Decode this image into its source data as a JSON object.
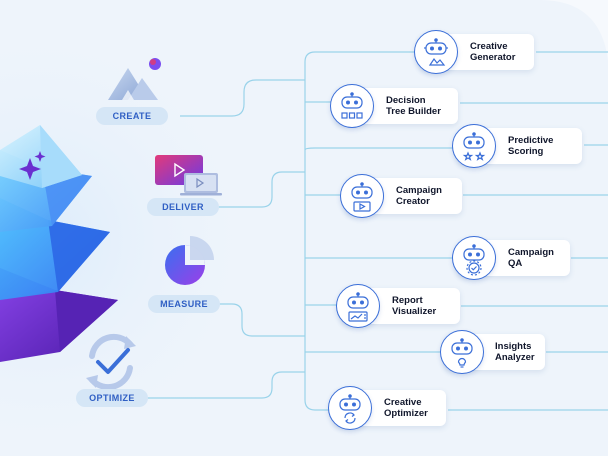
{
  "stages": [
    {
      "id": "create",
      "label": "CREATE"
    },
    {
      "id": "deliver",
      "label": "DELIVER"
    },
    {
      "id": "measure",
      "label": "MEASURE"
    },
    {
      "id": "optimize",
      "label": "OPTIMIZE"
    }
  ],
  "agents": [
    {
      "line1": "Creative",
      "line2": "Generator",
      "icon": "palette-icon"
    },
    {
      "line1": "Decision",
      "line2": "Tree Builder",
      "icon": "decision-tree-icon"
    },
    {
      "line1": "Predictive",
      "line2": "Scoring",
      "icon": "star-rating-icon"
    },
    {
      "line1": "Campaign",
      "line2": "Creator",
      "icon": "video-play-icon"
    },
    {
      "line1": "Campaign",
      "line2": "QA",
      "icon": "gear-check-icon"
    },
    {
      "line1": "Report",
      "line2": "Visualizer",
      "icon": "chart-report-icon"
    },
    {
      "line1": "Insights",
      "line2": "Analyzer",
      "icon": "lightbulb-icon"
    },
    {
      "line1": "Creative",
      "line2": "Optimizer",
      "icon": "refresh-icon"
    }
  ],
  "colors": {
    "accent": "#3b6fd8",
    "connector": "#9ad3ea",
    "pill_bg": "#d5e6f6",
    "pill_text": "#2f5fc4",
    "pyramid_purple": "#6a2fd0",
    "pyramid_blue": "#3aa0ff"
  }
}
